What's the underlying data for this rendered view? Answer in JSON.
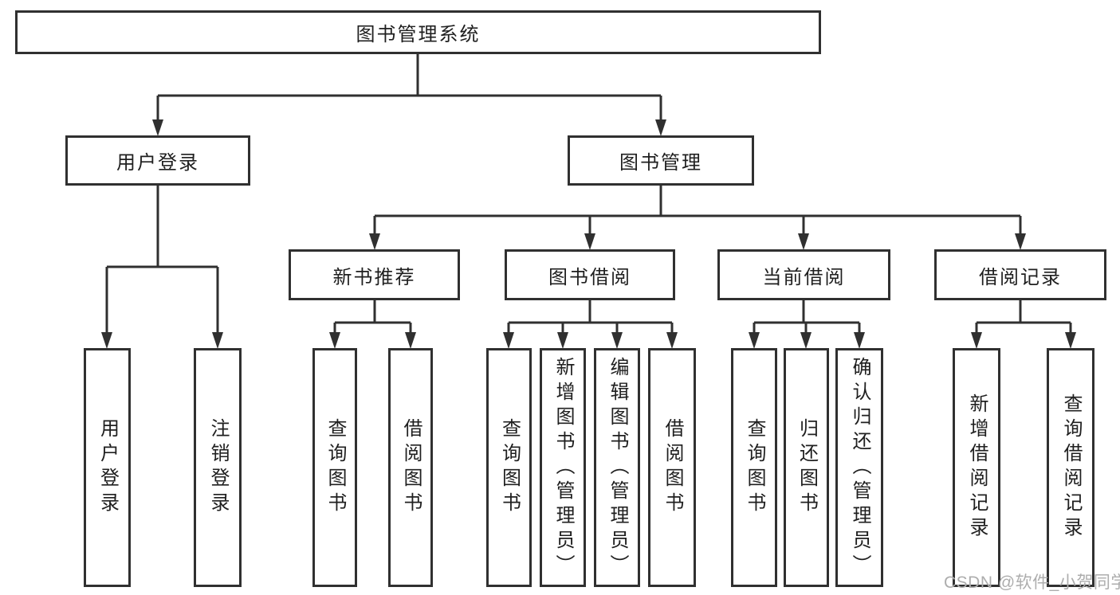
{
  "diagram": {
    "root": {
      "label": "图书管理系统"
    },
    "branches": [
      {
        "label": "用户登录",
        "children": [
          {
            "label": "用户登录"
          },
          {
            "label": "注销登录"
          }
        ]
      },
      {
        "label": "图书管理",
        "children": [
          {
            "label": "新书推荐",
            "children": [
              {
                "label": "查询图书"
              },
              {
                "label": "借阅图书"
              }
            ]
          },
          {
            "label": "图书借阅",
            "children": [
              {
                "label": "查询图书"
              },
              {
                "label": "新增图书（管理员）"
              },
              {
                "label": "编辑图书（管理员）"
              },
              {
                "label": "借阅图书"
              }
            ]
          },
          {
            "label": "当前借阅",
            "children": [
              {
                "label": "查询图书"
              },
              {
                "label": "归还图书"
              },
              {
                "label": "确认归还（管理员）"
              }
            ]
          },
          {
            "label": "借阅记录",
            "children": [
              {
                "label": "新增借阅记录"
              },
              {
                "label": "查询借阅记录"
              }
            ]
          }
        ]
      }
    ]
  },
  "watermark": {
    "text": "CSDN @软件_小贺同学"
  },
  "colors": {
    "line": "#303030",
    "box_border": "#303030",
    "text": "#1f1f1f",
    "watermark": "#adadad",
    "background": "#ffffff"
  }
}
